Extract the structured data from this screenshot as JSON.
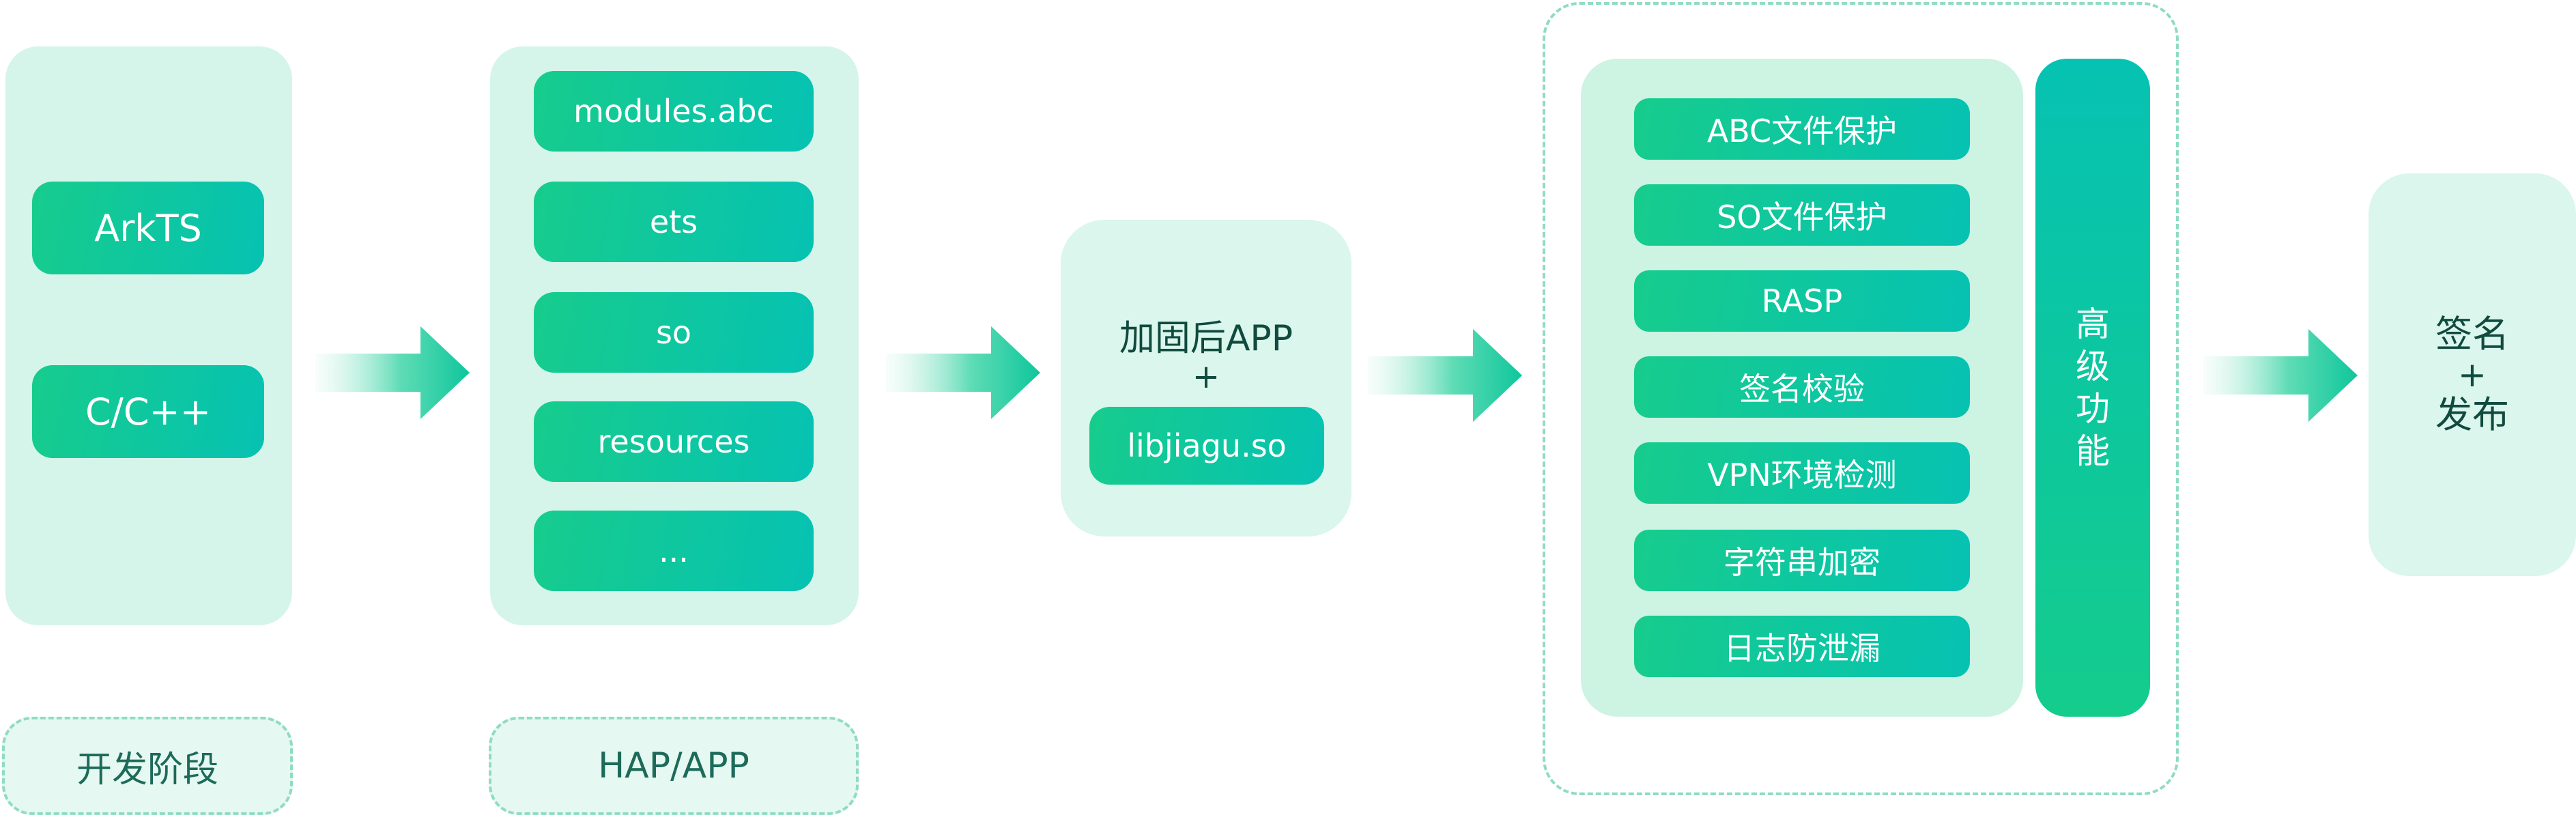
{
  "dev": {
    "items": [
      "ArkTS",
      "C/C++"
    ],
    "label": "开发阶段"
  },
  "hap": {
    "items": [
      "modules.abc",
      "ets",
      "so",
      "resources",
      "..."
    ],
    "label": "HAP/APP"
  },
  "hardened": {
    "title": "加固后APP",
    "plus": "+",
    "lib": "libjiagu.so"
  },
  "protection": {
    "items": [
      "ABC文件保护",
      "SO文件保护",
      "RASP",
      "签名校验",
      "VPN环境检测",
      "字符串加密",
      "日志防泄漏"
    ],
    "advanced": "高级功能"
  },
  "release": {
    "line1": "签名",
    "plus": "+",
    "line2": "发布"
  },
  "colors": {
    "accent_green": "#17cc8c",
    "accent_teal": "#06c2b2",
    "panel_bg": "#dbf6ec"
  }
}
